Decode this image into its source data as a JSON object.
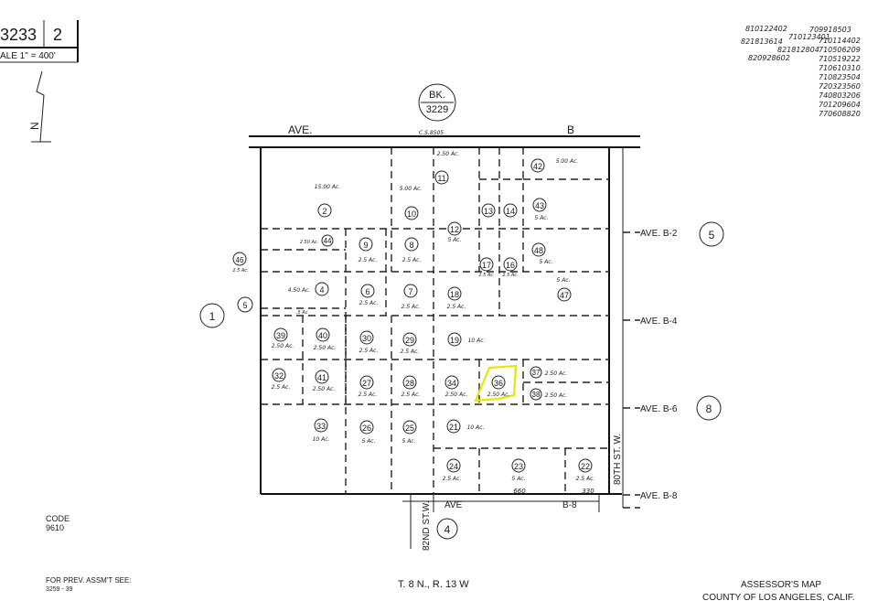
{
  "header": {
    "book_page": "3233",
    "page_no": "2",
    "scale": "ALE 1\" = 400'",
    "north": "N",
    "book_badge": [
      "BK.",
      "3229"
    ]
  },
  "assessment_codes": {
    "col_left": [
      "810122402",
      "821813614",
      "820928602"
    ],
    "col_mid": [
      "710123401",
      "821812804"
    ],
    "col_right": [
      "709918503",
      "710114402",
      "710506209",
      "710519222",
      "710610310",
      "710823504",
      "720323560",
      "740803206",
      "701209604",
      "770608820"
    ]
  },
  "streets": {
    "ave_b": [
      "AVE.",
      "B"
    ],
    "cs": "C.S.8505",
    "ave_b2": "AVE. B-2",
    "ave_b4": "AVE. B-4",
    "ave_b6": "AVE. B-6",
    "ave_b8": "AVE. B-8",
    "st80": "80TH   ST. W.",
    "st82": "82ND ST.W.",
    "ave_bottom": "AVE",
    "b8_bottom": "B-8"
  },
  "parcels": [
    {
      "id": "2",
      "acres": "15.00 Ac."
    },
    {
      "id": "10",
      "acres": "5.00 Ac."
    },
    {
      "id": "11",
      "acres": "2.50 Ac."
    },
    {
      "id": "42",
      "acres": "5.00 Ac."
    },
    {
      "id": "43",
      "acres": "5 Ac."
    },
    {
      "id": "12",
      "acres": "5 Ac."
    },
    {
      "id": "13",
      "acres": ""
    },
    {
      "id": "14",
      "acres": ""
    },
    {
      "id": "44",
      "acres": "2.50 Ac."
    },
    {
      "id": "9",
      "acres": "2.5 Ac."
    },
    {
      "id": "8",
      "acres": "2.5 Ac."
    },
    {
      "id": "48",
      "acres": "5 Ac."
    },
    {
      "id": "17",
      "acres": "2.5 Ac."
    },
    {
      "id": "16",
      "acres": "2.5 Ac."
    },
    {
      "id": "46",
      "acres": "2.5 Ac."
    },
    {
      "id": "4",
      "acres": "4.50 Ac."
    },
    {
      "id": "6",
      "acres": "2.5 Ac."
    },
    {
      "id": "7",
      "acres": "2.5 Ac."
    },
    {
      "id": "18",
      "acres": "2.5 Ac."
    },
    {
      "id": "47",
      "acres": "5 Ac."
    },
    {
      "id": "5",
      "acres": ".5 Ac."
    },
    {
      "id": "39",
      "acres": "2.50 Ac."
    },
    {
      "id": "40",
      "acres": "2.50 Ac."
    },
    {
      "id": "30",
      "acres": "2.5 Ac."
    },
    {
      "id": "29",
      "acres": "2.5 Ac."
    },
    {
      "id": "19",
      "acres": "10 Ac."
    },
    {
      "id": "32",
      "acres": "2.5 Ac."
    },
    {
      "id": "41",
      "acres": "2.50 Ac."
    },
    {
      "id": "27",
      "acres": "2.5 Ac."
    },
    {
      "id": "28",
      "acres": "2.5 Ac."
    },
    {
      "id": "34",
      "acres": "2.50 Ac."
    },
    {
      "id": "36",
      "acres": "2.50 Ac."
    },
    {
      "id": "37",
      "acres": "2.50 Ac."
    },
    {
      "id": "38",
      "acres": "2.50 Ac."
    },
    {
      "id": "33",
      "acres": "10 Ac."
    },
    {
      "id": "26",
      "acres": "5 Ac."
    },
    {
      "id": "25",
      "acres": "5 Ac."
    },
    {
      "id": "21",
      "acres": "10 Ac."
    },
    {
      "id": "24",
      "acres": "2.5 Ac."
    },
    {
      "id": "23",
      "acres": "5 Ac."
    },
    {
      "id": "22",
      "acres": "2.5 Ac."
    }
  ],
  "section_refs": [
    "1",
    "5",
    "8",
    "4",
    "5"
  ],
  "dims": {
    "d660": "660",
    "d330": "330"
  },
  "footer": {
    "code_label": "CODE",
    "code_value": "9610",
    "prev_label": "FOR PREV. ASSM'T SEE:",
    "prev_value": "3259 - 39",
    "township": "T. 8 N., R. 13 W",
    "map_title": "ASSESSOR'S MAP",
    "county": "COUNTY OF LOS ANGELES, CALIF."
  },
  "colors": {
    "highlight": "#e6e600",
    "ink": "#111111"
  }
}
